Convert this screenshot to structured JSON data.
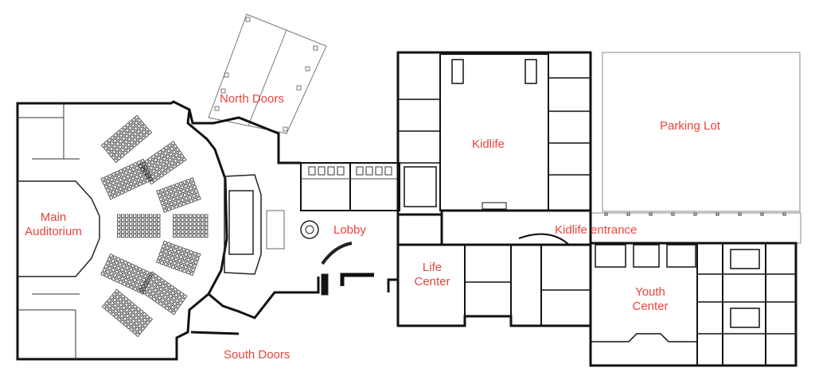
{
  "labels": {
    "north_doors": "North Doors",
    "kidlife": "Kidlife",
    "parking_lot": "Parking Lot",
    "main_line1": "Main",
    "main_line2": "Auditorium",
    "lobby": "Lobby",
    "kidlife_entrance": "Kidlife entrance",
    "life_line1": "Life",
    "life_line2": "Center",
    "youth_line1": "Youth",
    "youth_line2": "Center",
    "south_doors": "South Doors"
  },
  "colors": {
    "label": "#e8443a",
    "wall": "#111111",
    "line": "#555555"
  }
}
